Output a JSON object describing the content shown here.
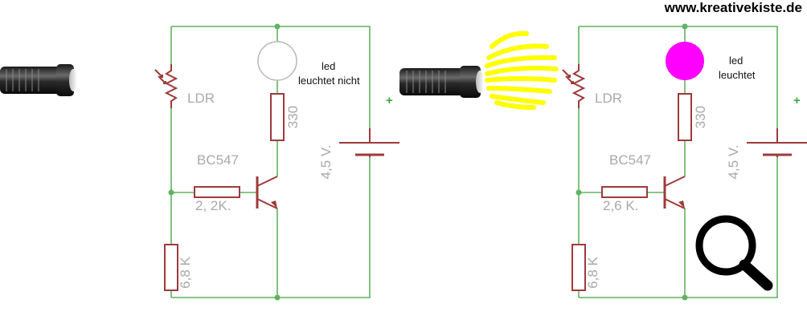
{
  "watermark": "www.kreativekiste.de",
  "colors": {
    "wire": "#5fb45f",
    "component": "#9e3a3a",
    "led_off": "#ffffff",
    "led_on": "#ff00ff",
    "light_rays": "#ffff00",
    "label": "#a9a9a9"
  },
  "icons": [
    "flashlight-icon",
    "light-rays-icon",
    "magnifier-icon"
  ],
  "left_circuit": {
    "ldr_label": "LDR",
    "resistor_label": "330",
    "transistor_label": "BC547",
    "base_resistor_label": "2, 2K.",
    "bottom_resistor_label": "6,8 K",
    "battery_label": "4,5 V.",
    "battery_plus": "+",
    "led_text_1": "led",
    "led_text_2": "leuchtet nicht",
    "led_state": "off"
  },
  "right_circuit": {
    "ldr_label": "LDR",
    "resistor_label": "330",
    "transistor_label": "BC547",
    "base_resistor_label": "2,6 K.",
    "bottom_resistor_label": "6,8 K",
    "battery_label": "4,5 V.",
    "battery_plus": "+",
    "led_text_1": "led",
    "led_text_2": "leuchtet",
    "led_state": "on"
  }
}
